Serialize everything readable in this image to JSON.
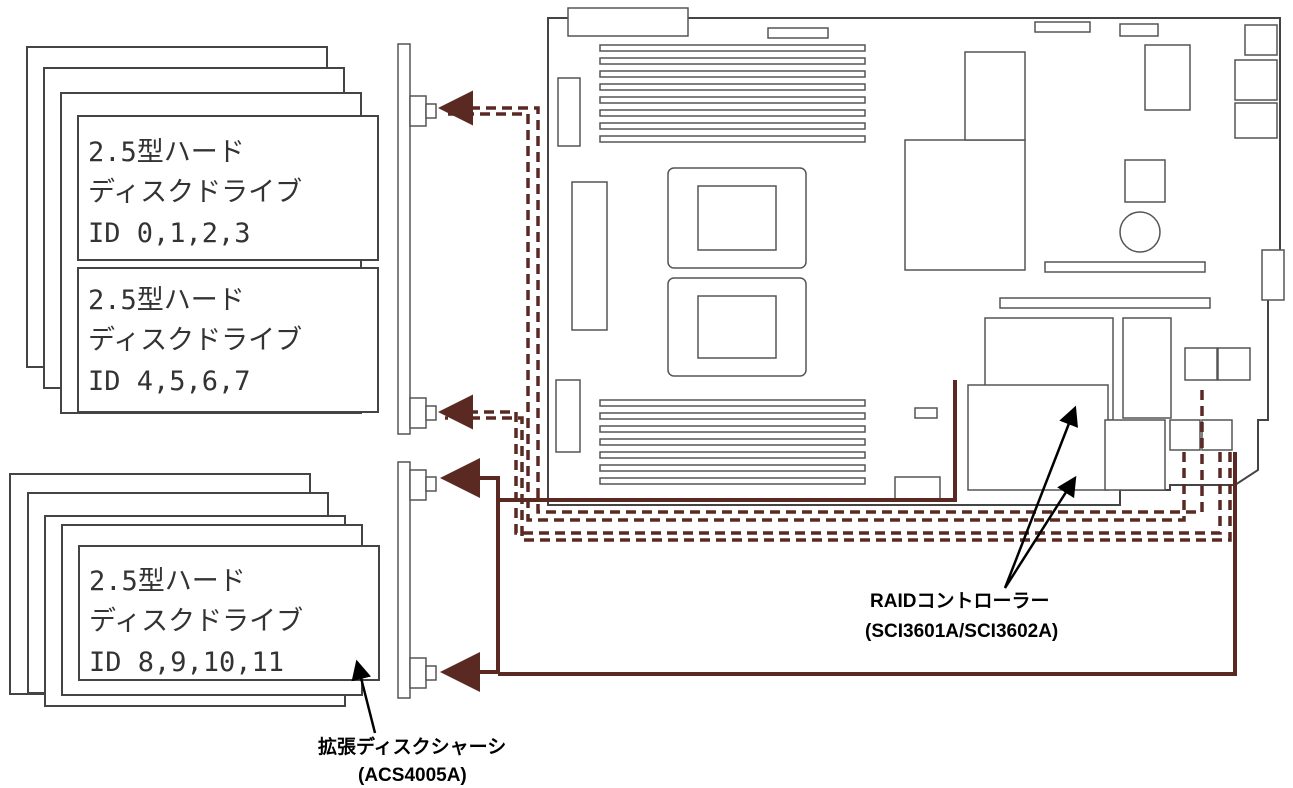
{
  "drive_groups": [
    {
      "line1": "2.5型ハード",
      "line2": "ディスクドライブ",
      "line3": "ID 0,1,2,3"
    },
    {
      "line1": "2.5型ハード",
      "line2": "ディスクドライブ",
      "line3": "ID 4,5,6,7"
    },
    {
      "line1": "2.5型ハード",
      "line2": "ディスクドライブ",
      "line3": "ID 8,9,10,11"
    }
  ],
  "callouts": {
    "raid_line1": "RAIDコントローラー",
    "raid_line2": "(SCI3601A/SCI3602A)",
    "chassis_line1": "拡張ディスクシャーシ",
    "chassis_line2": "(ACS4005A)"
  },
  "colors": {
    "cable": "#5a2a22",
    "outline": "#444444"
  }
}
